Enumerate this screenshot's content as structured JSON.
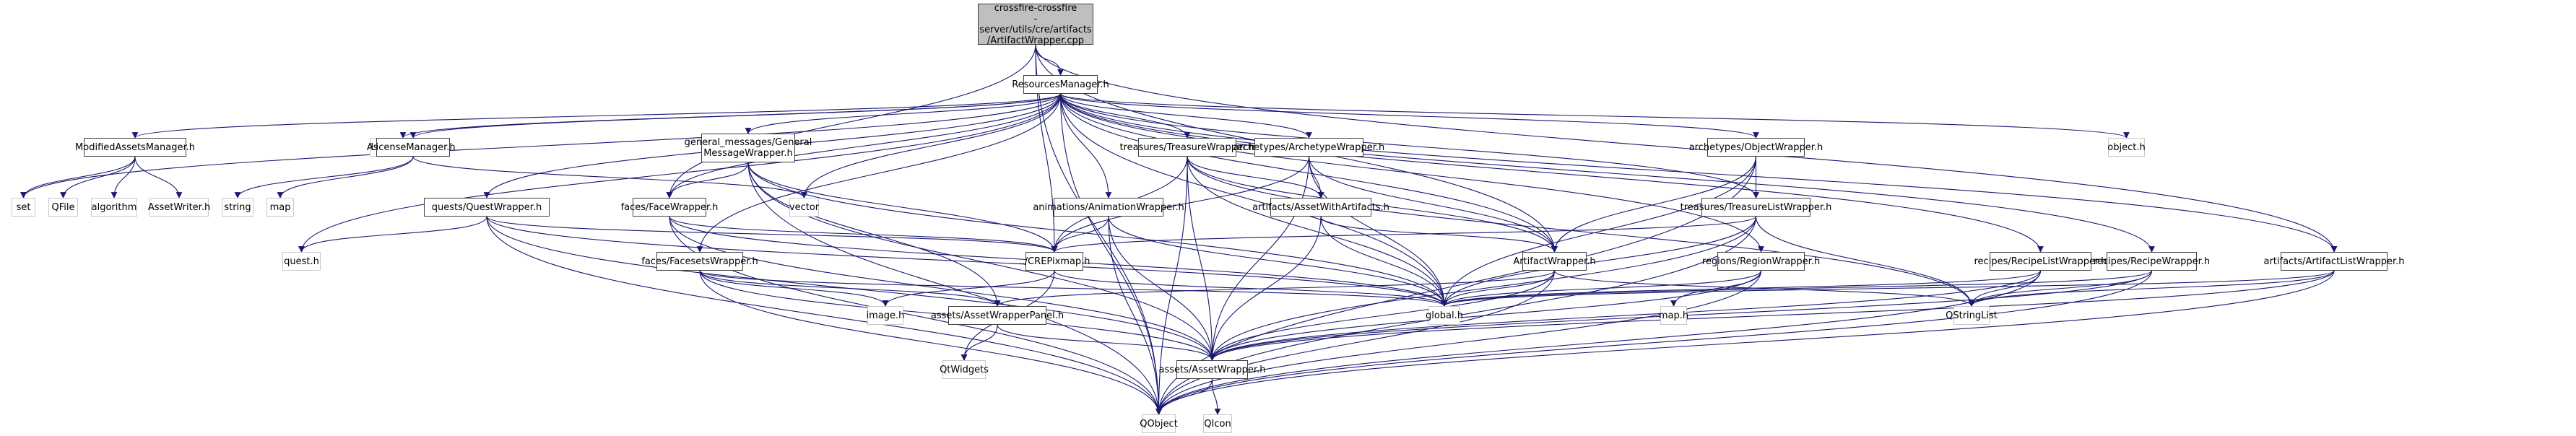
{
  "title": "Include dependency graph for ArtifactWrapper.cpp",
  "colors": {
    "edge": "#191970",
    "internal_border": "#404040",
    "external_border": "#c8c8c8",
    "root_fill": "#bfbfbf"
  },
  "nodes": [
    {
      "id": "root",
      "label": "crossfire-crossfire\n-server/utils/cre/artifacts\n/ArtifactWrapper.cpp",
      "kind": "root"
    },
    {
      "id": "rm",
      "label": "ResourcesManager.h",
      "kind": "internal"
    },
    {
      "id": "mam",
      "label": "ModifiedAssetsManager.h",
      "kind": "internal"
    },
    {
      "id": "at",
      "label": "AssetsTracker.h",
      "kind": "external"
    },
    {
      "id": "lm",
      "label": "LicenseManager.h",
      "kind": "internal"
    },
    {
      "id": "gmw",
      "label": "general_messages/General\nMessageWrapper.h",
      "kind": "internal"
    },
    {
      "id": "tw",
      "label": "treasures/TreasureWrapper.h",
      "kind": "internal"
    },
    {
      "id": "aw",
      "label": "archetypes/ArchetypeWrapper.h",
      "kind": "internal"
    },
    {
      "id": "ow",
      "label": "archetypes/ObjectWrapper.h",
      "kind": "internal"
    },
    {
      "id": "objh",
      "label": "object.h",
      "kind": "external"
    },
    {
      "id": "set",
      "label": "set",
      "kind": "external"
    },
    {
      "id": "qfile",
      "label": "QFile",
      "kind": "external"
    },
    {
      "id": "algo",
      "label": "algorithm",
      "kind": "external"
    },
    {
      "id": "awr",
      "label": "AssetWriter.h",
      "kind": "external"
    },
    {
      "id": "string",
      "label": "string",
      "kind": "external"
    },
    {
      "id": "map",
      "label": "map",
      "kind": "external"
    },
    {
      "id": "qw",
      "label": "quests/QuestWrapper.h",
      "kind": "internal"
    },
    {
      "id": "fw",
      "label": "faces/FaceWrapper.h",
      "kind": "internal"
    },
    {
      "id": "vector",
      "label": "vector",
      "kind": "external"
    },
    {
      "id": "anw",
      "label": "animations/AnimationWrapper.h",
      "kind": "internal"
    },
    {
      "id": "awa",
      "label": "artifacts/AssetWithArtifacts.h",
      "kind": "internal"
    },
    {
      "id": "tlw",
      "label": "treasures/TreasureListWrapper.h",
      "kind": "internal"
    },
    {
      "id": "questh",
      "label": "quest.h",
      "kind": "external"
    },
    {
      "id": "fsw",
      "label": "faces/FacesetsWrapper.h",
      "kind": "internal"
    },
    {
      "id": "crep",
      "label": "../CREPixmap.h",
      "kind": "internal"
    },
    {
      "id": "artw",
      "label": "ArtifactWrapper.h",
      "kind": "internal"
    },
    {
      "id": "rw",
      "label": "regions/RegionWrapper.h",
      "kind": "internal"
    },
    {
      "id": "rlw",
      "label": "recipes/RecipeListWrapper.h",
      "kind": "internal"
    },
    {
      "id": "rcw",
      "label": "recipes/RecipeWrapper.h",
      "kind": "internal"
    },
    {
      "id": "alw",
      "label": "artifacts/ArtifactListWrapper.h",
      "kind": "internal"
    },
    {
      "id": "imageh",
      "label": "image.h",
      "kind": "external"
    },
    {
      "id": "awp",
      "label": "assets/AssetWrapperPanel.h",
      "kind": "internal"
    },
    {
      "id": "global",
      "label": "global.h",
      "kind": "external"
    },
    {
      "id": "maph",
      "label": "map.h",
      "kind": "external"
    },
    {
      "id": "qsl",
      "label": "QStringList",
      "kind": "external"
    },
    {
      "id": "qtw",
      "label": "QtWidgets",
      "kind": "external"
    },
    {
      "id": "assetw",
      "label": "assets/AssetWrapper.h",
      "kind": "internal"
    },
    {
      "id": "qobject",
      "label": "QObject",
      "kind": "external"
    },
    {
      "id": "qicon",
      "label": "QIcon",
      "kind": "external"
    }
  ],
  "edges": [
    [
      "root",
      "rm"
    ],
    [
      "root",
      "crep"
    ],
    [
      "root",
      "fw"
    ],
    [
      "root",
      "artw"
    ],
    [
      "root",
      "alw"
    ],
    [
      "root",
      "qobject"
    ],
    [
      "rm",
      "mam"
    ],
    [
      "rm",
      "at"
    ],
    [
      "rm",
      "lm"
    ],
    [
      "rm",
      "gmw"
    ],
    [
      "rm",
      "tw"
    ],
    [
      "rm",
      "aw"
    ],
    [
      "rm",
      "ow"
    ],
    [
      "rm",
      "objh"
    ],
    [
      "rm",
      "set"
    ],
    [
      "rm",
      "questh"
    ],
    [
      "rm",
      "qw"
    ],
    [
      "rm",
      "fw"
    ],
    [
      "rm",
      "anw"
    ],
    [
      "rm",
      "tlw"
    ],
    [
      "rm",
      "fsw"
    ],
    [
      "rm",
      "artw"
    ],
    [
      "rm",
      "rw"
    ],
    [
      "rm",
      "rlw"
    ],
    [
      "rm",
      "rcw"
    ],
    [
      "rm",
      "alw"
    ],
    [
      "rm",
      "global"
    ],
    [
      "rm",
      "vector"
    ],
    [
      "rm",
      "qobject"
    ],
    [
      "mam",
      "set"
    ],
    [
      "mam",
      "qfile"
    ],
    [
      "mam",
      "algo"
    ],
    [
      "mam",
      "awr"
    ],
    [
      "lm",
      "string"
    ],
    [
      "lm",
      "map"
    ],
    [
      "lm",
      "vector"
    ],
    [
      "gmw",
      "fw"
    ],
    [
      "gmw",
      "crep"
    ],
    [
      "gmw",
      "global"
    ],
    [
      "gmw",
      "assetw"
    ],
    [
      "gmw",
      "awp"
    ],
    [
      "gmw",
      "qobject"
    ],
    [
      "tw",
      "crep"
    ],
    [
      "tw",
      "awa"
    ],
    [
      "tw",
      "artw"
    ],
    [
      "tw",
      "global"
    ],
    [
      "tw",
      "assetw"
    ],
    [
      "tw",
      "qobject"
    ],
    [
      "tw",
      "qsl"
    ],
    [
      "aw",
      "awa"
    ],
    [
      "aw",
      "artw"
    ],
    [
      "aw",
      "crep"
    ],
    [
      "aw",
      "global"
    ],
    [
      "aw",
      "assetw"
    ],
    [
      "ow",
      "tlw"
    ],
    [
      "ow",
      "artw"
    ],
    [
      "ow",
      "global"
    ],
    [
      "ow",
      "qobject"
    ],
    [
      "qw",
      "questh"
    ],
    [
      "qw",
      "crep"
    ],
    [
      "qw",
      "global"
    ],
    [
      "qw",
      "assetw"
    ],
    [
      "qw",
      "qobject"
    ],
    [
      "fw",
      "crep"
    ],
    [
      "fw",
      "global"
    ],
    [
      "fw",
      "assetw"
    ],
    [
      "fw",
      "qobject"
    ],
    [
      "anw",
      "crep"
    ],
    [
      "anw",
      "global"
    ],
    [
      "anw",
      "assetw"
    ],
    [
      "anw",
      "qobject"
    ],
    [
      "awa",
      "artw"
    ],
    [
      "awa",
      "global"
    ],
    [
      "awa",
      "assetw"
    ],
    [
      "tlw",
      "crep"
    ],
    [
      "tlw",
      "global"
    ],
    [
      "tlw",
      "assetw"
    ],
    [
      "tlw",
      "qsl"
    ],
    [
      "tlw",
      "qobject"
    ],
    [
      "fsw",
      "imageh"
    ],
    [
      "fsw",
      "awp"
    ],
    [
      "fsw",
      "global"
    ],
    [
      "fsw",
      "assetw"
    ],
    [
      "fsw",
      "qobject"
    ],
    [
      "crep",
      "imageh"
    ],
    [
      "crep",
      "qtw"
    ],
    [
      "crep",
      "global"
    ],
    [
      "artw",
      "global"
    ],
    [
      "artw",
      "assetw"
    ],
    [
      "artw",
      "qsl"
    ],
    [
      "artw",
      "awp"
    ],
    [
      "artw",
      "qobject"
    ],
    [
      "rw",
      "global"
    ],
    [
      "rw",
      "maph"
    ],
    [
      "rw",
      "assetw"
    ],
    [
      "rw",
      "qobject"
    ],
    [
      "rlw",
      "global"
    ],
    [
      "rlw",
      "qsl"
    ],
    [
      "rlw",
      "assetw"
    ],
    [
      "rlw",
      "qobject"
    ],
    [
      "rcw",
      "global"
    ],
    [
      "rcw",
      "qsl"
    ],
    [
      "rcw",
      "assetw"
    ],
    [
      "rcw",
      "qobject"
    ],
    [
      "alw",
      "global"
    ],
    [
      "alw",
      "qsl"
    ],
    [
      "alw",
      "assetw"
    ],
    [
      "alw",
      "qobject"
    ],
    [
      "awp",
      "qtw"
    ],
    [
      "awp",
      "assetw"
    ],
    [
      "assetw",
      "qobject"
    ],
    [
      "assetw",
      "qicon"
    ]
  ]
}
